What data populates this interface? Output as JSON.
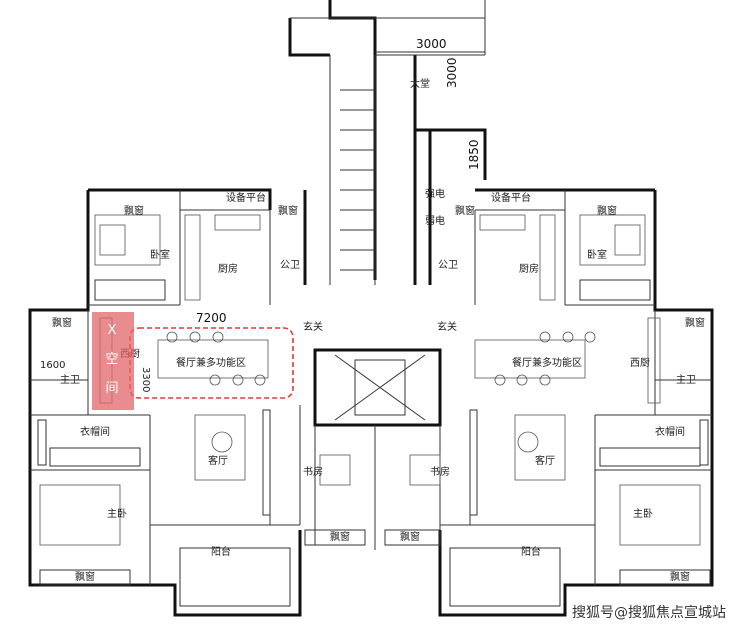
{
  "dimensions": {
    "top_width": "3000",
    "lobby_depth": "3000",
    "corridor_depth": "1850",
    "living_width": "7200",
    "dining_depth": "3300",
    "bath_width": "1600"
  },
  "rooms": {
    "lobby": "大堂",
    "equipment_left": "设备平台",
    "equipment_right": "设备平台",
    "bay_window": "飘窗",
    "bedroom": "卧室",
    "kitchen": "厨房",
    "public_wc": "公卫",
    "entrance": "玄关",
    "dining": "餐厅兼多功能区",
    "west_kitchen": "西厨",
    "master_bath": "主卫",
    "cloakroom": "衣帽间",
    "living": "客厅",
    "study": "书房",
    "master_bed": "主卧",
    "balcony": "阳台",
    "strong_elec": "强电",
    "weak_elec": "弱电"
  },
  "watermark": {
    "brand_letter": "X",
    "brand_line1": "空",
    "brand_line2": "间"
  },
  "footer_credit": "搜狐号@搜狐焦点宣城站",
  "colors": {
    "highlight_box": "#e23b3b",
    "watermark_bg": "#e0656a"
  }
}
